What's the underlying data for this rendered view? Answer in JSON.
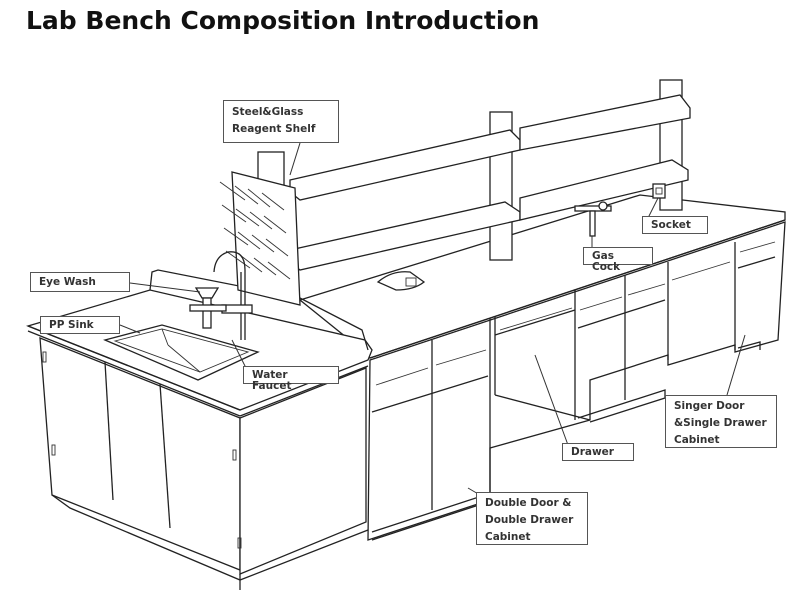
{
  "title": "Lab Bench Composition Introduction",
  "labels": {
    "reagent_shelf": [
      "Steel&Glass",
      "Reagent Shelf"
    ],
    "eye_wash": "Eye Wash",
    "pp_sink": "PP Sink",
    "water_faucet": "Water Faucet",
    "gas_cock": "Gas Cock",
    "socket": "Socket",
    "drawer": "Drawer",
    "single_cabinet": [
      "Singer Door",
      "&Single Drawer",
      "Cabinet"
    ],
    "double_cabinet": [
      "Double Door &",
      "Double Drawer",
      "Cabinet"
    ]
  },
  "colors": {
    "line": "#222222",
    "label_border": "#555555",
    "text": "#333333",
    "background": "#ffffff"
  }
}
